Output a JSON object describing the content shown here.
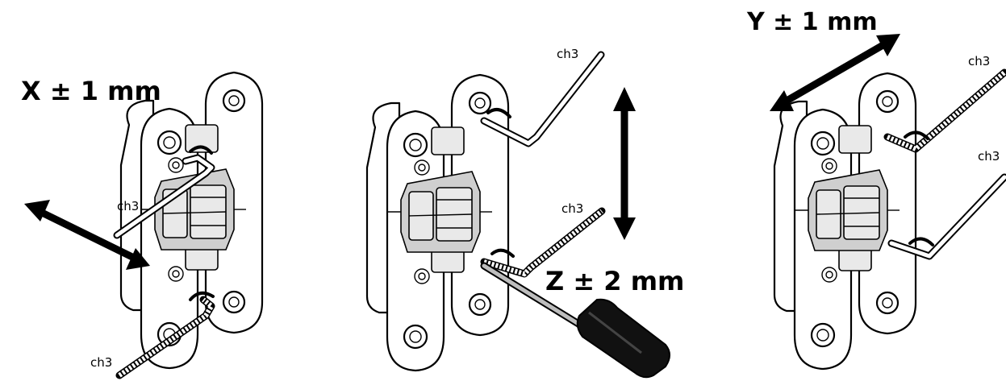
{
  "figures": [
    {
      "id": "x",
      "axis_label": "X ± 1 mm",
      "tool_labels": [
        "ch3",
        "ch3"
      ]
    },
    {
      "id": "z",
      "axis_label": "Z ± 2 mm",
      "tool_labels": [
        "ch3",
        "ch3"
      ]
    },
    {
      "id": "y",
      "axis_label": "Y ± 1 mm",
      "tool_labels": [
        "ch3",
        "ch3"
      ]
    }
  ],
  "icons": {
    "hinge": "concealed-hinge-icon",
    "hex_key": "allen-key-icon",
    "screwdriver": "screwdriver-icon",
    "arrow": "double-arrow-icon"
  }
}
